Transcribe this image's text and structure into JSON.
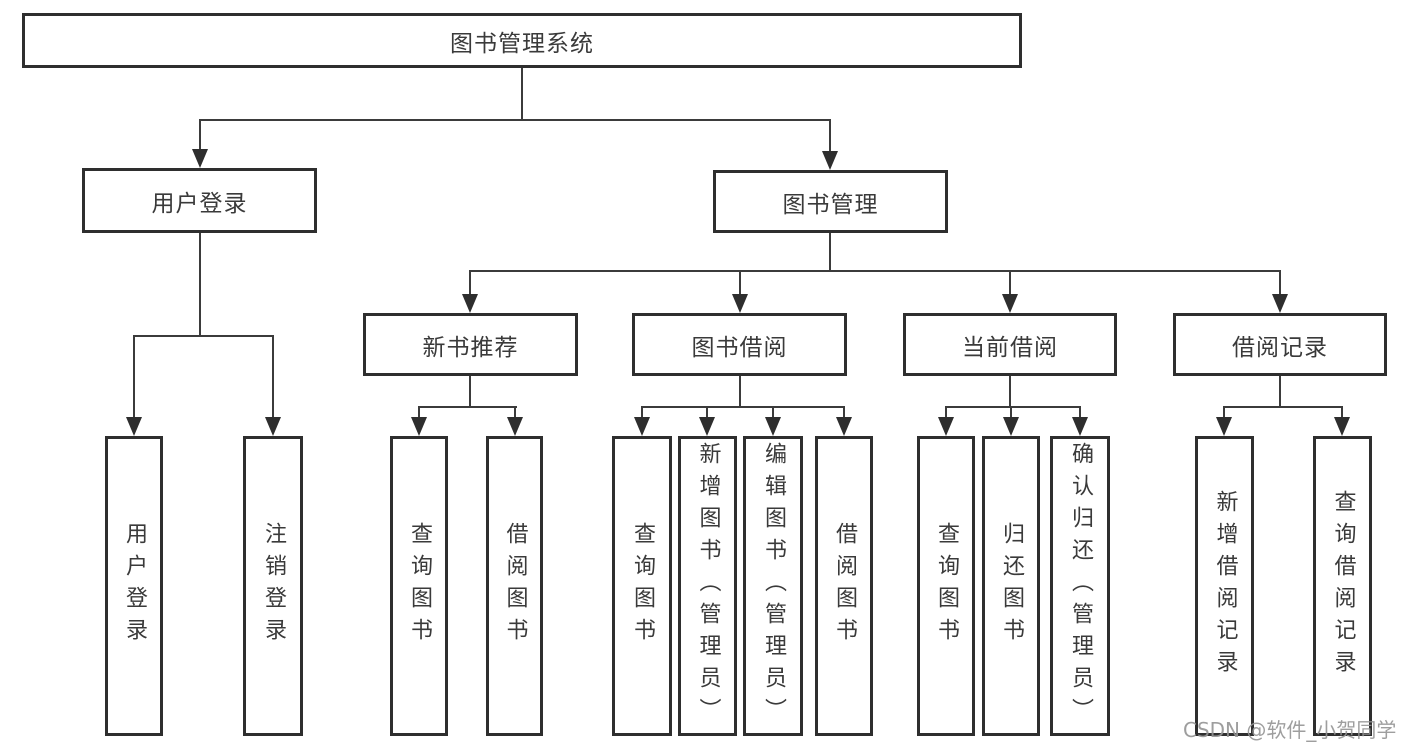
{
  "diagram": {
    "root": "图书管理系统",
    "level2": {
      "user_login": "用户登录",
      "book_mgmt": "图书管理"
    },
    "level3": {
      "new_book_rec": "新书推荐",
      "book_borrow": "图书借阅",
      "current_borrow": "当前借阅",
      "borrow_records": "借阅记录"
    },
    "leaves": {
      "user_login": [
        "用户登录",
        "注销登录"
      ],
      "new_book_rec": [
        "查询图书",
        "借阅图书"
      ],
      "book_borrow": [
        "查询图书",
        "新增图书（管理员）",
        "编辑图书（管理员）",
        "借阅图书"
      ],
      "current_borrow": [
        "查询图书",
        "归还图书",
        "确认归还（管理员）"
      ],
      "borrow_records": [
        "新增借阅记录",
        "查询借阅记录"
      ]
    }
  },
  "watermark": "CSDN @软件_小贺同学",
  "colors": {
    "border": "#2e2e2e",
    "line": "#3b3b3b",
    "text": "#3a3a3a",
    "watermark": "#949494",
    "background": "#ffffff"
  }
}
